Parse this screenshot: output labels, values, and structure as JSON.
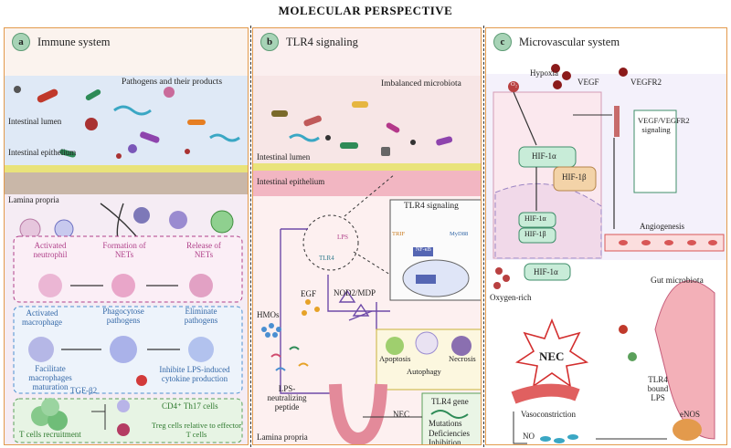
{
  "title": "MOLECULAR PERSPECTIVE",
  "panel_a": {
    "letter": "a",
    "title": "Immune system",
    "pathogens": "Pathogens and their products",
    "lumen": "Intestinal lumen",
    "epithelium": "Intestinal epithelium",
    "lamina": "Lamina propria",
    "neutrophil_row": [
      "Activated neutrophil",
      "Formation of NETs",
      "Release of NETs"
    ],
    "macrophage_row": [
      "Activated macrophage",
      "Phagocytose pathogens",
      "Eliminate pathogens"
    ],
    "facilitate": "Facilitate macrophages maturation",
    "tgf": "TGF-β2",
    "inhibit": "Inhibite LPS-induced cytokine production",
    "cd4": "CD4⁺ Th17 cells",
    "treg": "Treg cells relative to effector T cells",
    "tcells": "T cells recruitment"
  },
  "panel_b": {
    "letter": "b",
    "title": "TLR4 signaling",
    "microbiota": "Imbalanced microbiota",
    "lumen": "Intestinal lumen",
    "epithelium": "Intestinal epithelium",
    "tlr4_signaling": "TLR4 signaling",
    "lps": "LPS",
    "tlr4": "TLR4",
    "trif": "TRIF",
    "myd88": "MyD88",
    "nfkb": "NF-κB",
    "hmos": "HMOs",
    "egf": "EGF",
    "nod2": "NOD2/MDP",
    "apoptosis": "Apoptosis",
    "necrosis": "Necrosis",
    "autophagy": "Autophagy",
    "lps_peptide": "LPS-neutralizing peptide",
    "nec": "NEC",
    "tlr4_gene": "TLR4 gene",
    "gene_items": [
      "Mutations",
      "Deficiencies",
      "Inhibition"
    ],
    "lamina": "Lamina propria"
  },
  "panel_c": {
    "letter": "c",
    "title": "Microvascular system",
    "o2": "O₂",
    "hypoxia": "Hypoxia",
    "vegf": "VEGF",
    "vegfr2": "VEGFR2",
    "hif1a": "HIF-1α",
    "hif1b": "HIF-1β",
    "vegf_signaling": "VEGF/VEGFR2 signaling",
    "angiogenesis": "Angiogenesis",
    "oxygen_rich": "Oxygen-rich",
    "gut_microbiota": "Gut microbiota",
    "nec": "NEC",
    "vasoconstriction": "Vasoconstriction",
    "tlr4_lps": "TLR4 bound LPS",
    "no": "NO",
    "enos": "eNOS"
  },
  "colors": {
    "panel_border": "#e39a4c",
    "badge": "#a7d3b6",
    "purple_dash": "#b0408a",
    "blue_dash": "#4a8fd1",
    "green_dash": "#5aa05a",
    "hif_fill": "#c8ecd8",
    "hif1b_fill": "#f3d3a8",
    "vessel_red": "#d85656",
    "nec_red": "#d32f2f"
  }
}
